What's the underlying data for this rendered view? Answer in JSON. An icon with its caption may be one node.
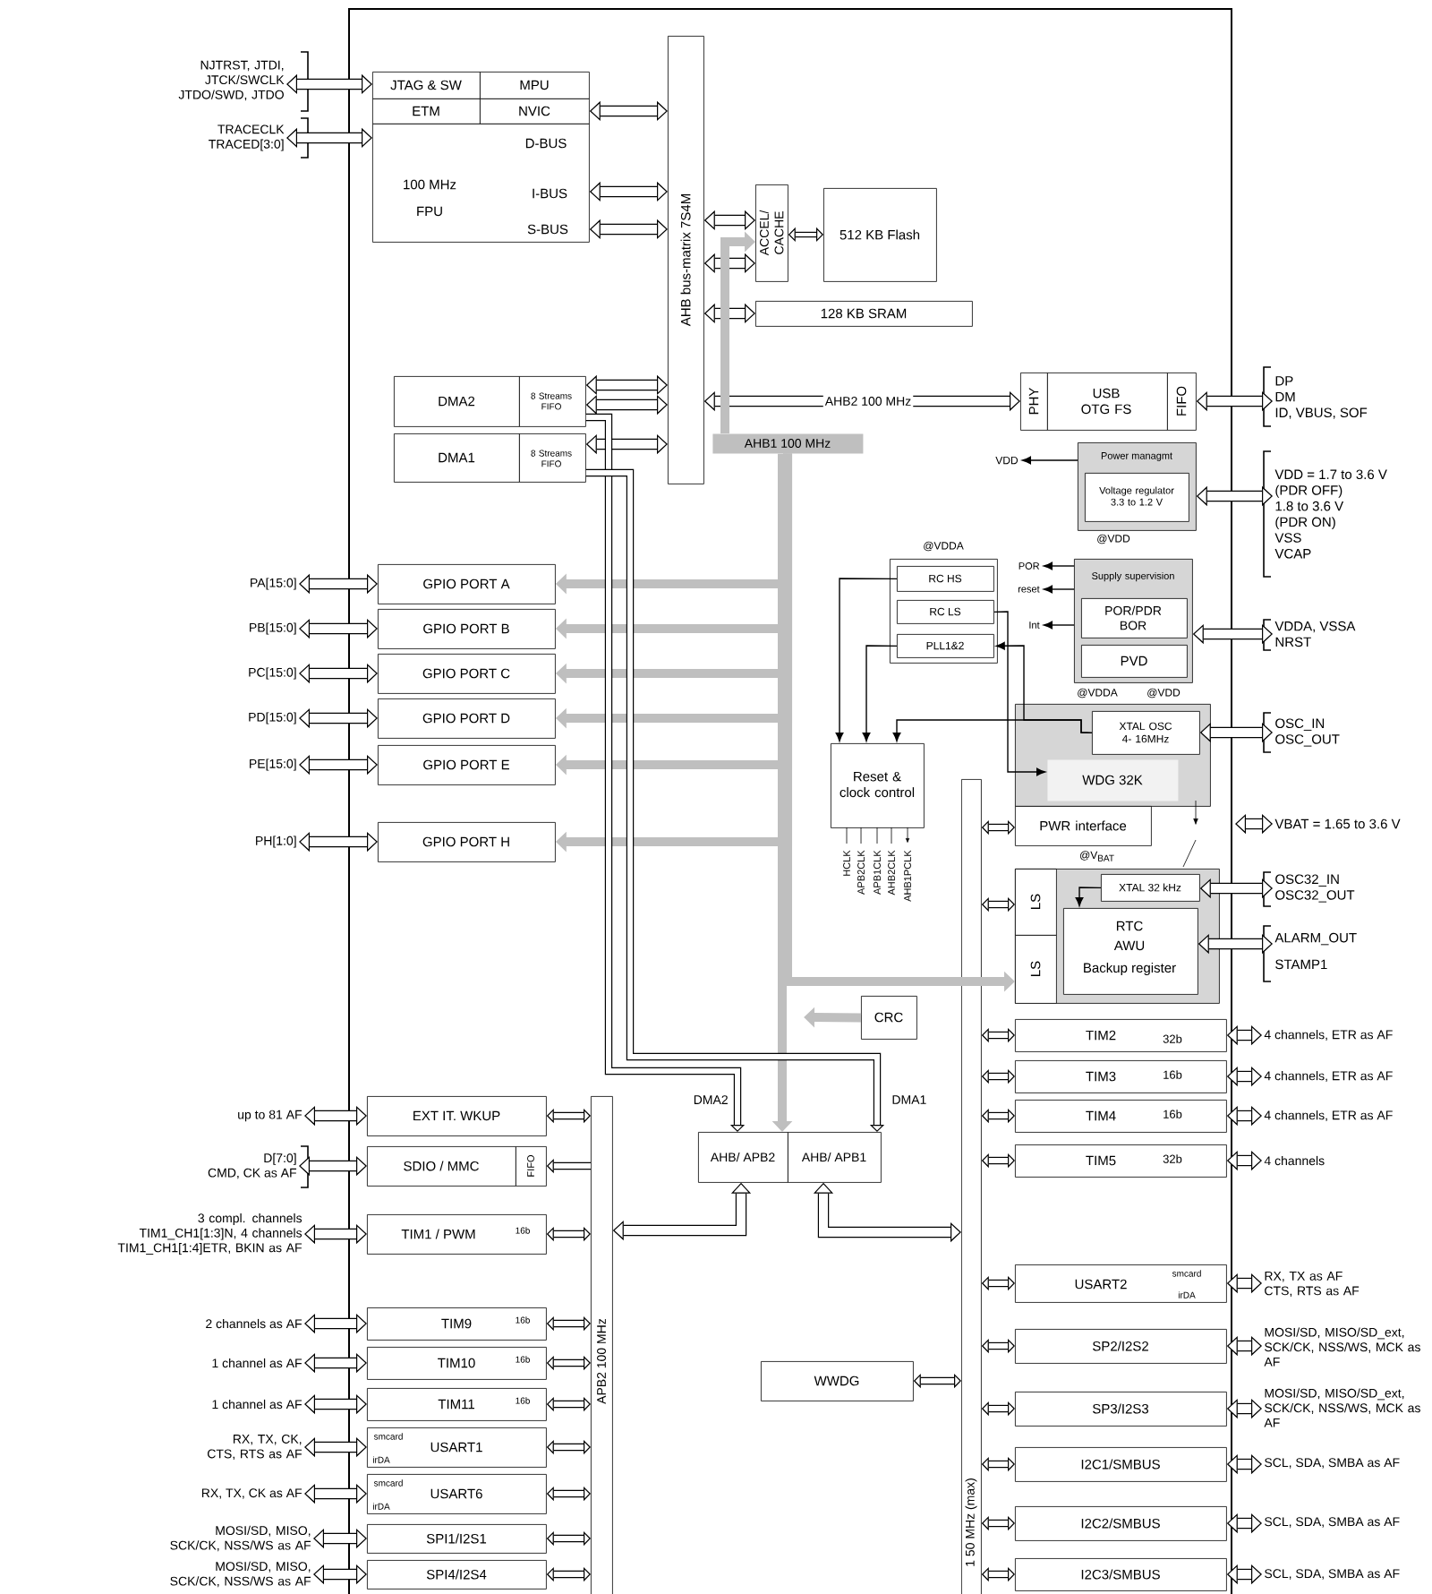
{
  "diagram": {
    "nodes": [
      {
        "text": [
          "JTAG & SW"
        ]
      },
      {
        "text": [
          "MPU"
        ]
      },
      {
        "text": [
          "ETM"
        ]
      },
      {
        "text": [
          "NVIC"
        ]
      },
      {
        "text": [
          "D-BUS",
          "100 MHz",
          "I-BUS",
          "FPU",
          "S-BUS"
        ]
      },
      {
        "text": [
          "AHB bus-matrix 7S4M"
        ]
      },
      {
        "text": [
          "ACCEL/ CACHE"
        ]
      },
      {
        "text": [
          "512 KB Flash"
        ]
      },
      {
        "text": [
          "128 KB SRAM"
        ]
      },
      {
        "text": [
          "DMA2"
        ]
      },
      {
        "text": [
          "8 Streams FIFO"
        ]
      },
      {
        "text": [
          "DMA1"
        ]
      },
      {
        "text": [
          "8 Streams FIFO"
        ]
      },
      {
        "text": [
          "PHY"
        ]
      },
      {
        "text": [
          "USB OTG FS"
        ]
      },
      {
        "text": [
          "FIFO"
        ]
      },
      {
        "text": [
          "DP",
          "DM",
          "ID, VBUS, SOF"
        ]
      },
      {
        "text": [
          "Power managmt"
        ]
      },
      {
        "text": [
          "Voltage regulator 3.3 to 1.2 V"
        ],
        "in": 17
      },
      {
        "text": [
          "VDD"
        ]
      },
      {
        "text": [
          "VDD = 1.7 to 3.6 V",
          "(PDR OFF)",
          "1.8 to 3.6 V",
          "(PDR ON)",
          "VSS",
          "VCAP"
        ]
      },
      {
        "text": [],
        "shape": "box",
        "beside": [
          "@VDDA"
        ]
      },
      {
        "text": [
          "RC HS"
        ],
        "in": 21
      },
      {
        "text": [
          "RC LS"
        ],
        "in": 21
      },
      {
        "text": [
          "PLL1&2"
        ],
        "in": 21
      },
      {
        "text": [
          "Supply supervision"
        ],
        "beside": [
          "@VDD"
        ]
      },
      {
        "text": [
          "POR/PDR BOR"
        ],
        "in": 25
      },
      {
        "text": [
          "PVD"
        ],
        "in": 25
      },
      {
        "text": [
          "POR"
        ]
      },
      {
        "text": [
          "reset"
        ]
      },
      {
        "text": [
          "Int"
        ]
      },
      {
        "text": [
          "VDDA, VSSA",
          "NRST"
        ]
      },
      {
        "text": [],
        "shape": "box",
        "beside": [
          "@VDDA",
          "@VDD"
        ]
      },
      {
        "text": [
          "XTAL OSC 4- 16MHz"
        ],
        "in": 32
      },
      {
        "text": [
          "WDG 32K"
        ],
        "in": 32
      },
      {
        "text": [
          "OSC_IN",
          "OSC_OUT"
        ]
      },
      {
        "text": [
          "Reset & clock control"
        ]
      },
      {
        "text": [
          "PWR interface"
        ]
      },
      {
        "text": [
          "VBAT = 1.65 to 3.6 V"
        ]
      },
      {
        "text": [],
        "shape": "box",
        "beside": [
          "@V$_{BAT}$"
        ]
      },
      {
        "text": [
          "LS"
        ],
        "in": 39
      },
      {
        "text": [
          "LS"
        ],
        "in": 39
      },
      {
        "text": [
          "XTAL 32 kHz"
        ],
        "in": 39
      },
      {
        "text": [
          "RTC",
          "AWU",
          "Backup register"
        ],
        "in": 39
      },
      {
        "text": [
          "OSC32_IN",
          "OSC32_OUT"
        ]
      },
      {
        "text": [
          "ALARM_OUT",
          "STAMP1"
        ]
      },
      {
        "text": [
          "CRC"
        ]
      },
      {
        "text": [
          "TIM2",
          "32b"
        ]
      },
      {
        "text": [
          "TIM3",
          "16b"
        ]
      },
      {
        "text": [
          "TIM4",
          "16b"
        ]
      },
      {
        "text": [
          "TIM5",
          "32b"
        ]
      },
      {
        "text": [
          "4 channels, ETR as AF"
        ]
      },
      {
        "text": [
          "4 channels, ETR as AF"
        ]
      },
      {
        "text": [
          "4 channels, ETR as AF"
        ]
      },
      {
        "text": [
          "4 channels"
        ]
      },
      {
        "text": [
          "AHB/ APB2"
        ]
      },
      {
        "text": [
          "AHB/ APB1"
        ]
      },
      {
        "text": [
          "AHB1 100 MHz"
        ]
      },
      {
        "text": [
          "APB2 100 MHz"
        ]
      },
      {
        "text": [
          "1 50 MHz (max)"
        ]
      },
      {
        "text": [
          "GPIO PORT A"
        ]
      },
      {
        "text": [
          "GPIO PORT B"
        ]
      },
      {
        "text": [
          "GPIO PORT C"
        ]
      },
      {
        "text": [
          "GPIO PORT D"
        ]
      },
      {
        "text": [
          "GPIO PORT E"
        ]
      },
      {
        "text": [
          "GPIO PORT H"
        ]
      },
      {
        "text": [
          "PA[15:0]"
        ]
      },
      {
        "text": [
          "PB[15:0]"
        ]
      },
      {
        "text": [
          "PC[15:0]"
        ]
      },
      {
        "text": [
          "PD[15:0]"
        ]
      },
      {
        "text": [
          "PE[15:0]"
        ]
      },
      {
        "text": [
          "PH[1:0]"
        ]
      },
      {
        "text": [
          "EXT IT. WKUP"
        ]
      },
      {
        "text": [
          "SDIO / MMC"
        ]
      },
      {
        "text": [
          "FIFO"
        ]
      },
      {
        "text": [
          "TIM1 / PWM",
          "16b"
        ]
      },
      {
        "text": [
          "TIM9",
          "16b"
        ]
      },
      {
        "text": [
          "TIM10",
          "16b"
        ]
      },
      {
        "text": [
          "TIM11",
          "16b"
        ]
      },
      {
        "text": [
          "smcard",
          "USART1",
          "irDA"
        ]
      },
      {
        "text": [
          "smcard",
          "USART6",
          "irDA"
        ]
      },
      {
        "text": [
          "SPI1/I2S1"
        ]
      },
      {
        "text": [
          "SPI4/I2S4"
        ]
      },
      {
        "text": [
          "up to 81 AF"
        ]
      },
      {
        "text": [
          "D[7:0]",
          "CMD, CK as AF"
        ]
      },
      {
        "text": [
          "3 compl. channels TIM1_CH1[1:3]N, 4 channels TIM1_CH1[1:4]ETR, BKIN as AF"
        ]
      },
      {
        "text": [
          "2 channels as AF"
        ]
      },
      {
        "text": [
          "1 channel as AF"
        ]
      },
      {
        "text": [
          "1 channel as AF"
        ]
      },
      {
        "text": [
          "RX, TX, CK, CTS, RTS as AF"
        ]
      },
      {
        "text": [
          "RX, TX, CK as AF"
        ]
      },
      {
        "text": [
          "MOSI/SD, MISO, SCK/CK, NSS/WS as AF"
        ]
      },
      {
        "text": [
          "MOSI/SD, MISO, SCK/CK, NSS/WS as AF"
        ]
      },
      {
        "text": [
          "smcard",
          "USART2",
          "irDA"
        ]
      },
      {
        "text": [
          "SP2/I2S2"
        ]
      },
      {
        "text": [
          "SP3/I2S3"
        ]
      },
      {
        "text": [
          "I2C1/SMBUS"
        ]
      },
      {
        "text": [
          "I2C2/SMBUS"
        ]
      },
      {
        "text": [
          "I2C3/SMBUS"
        ]
      },
      {
        "text": [
          "RX, TX as AF CTS, RTS as AF"
        ]
      },
      {
        "text": [
          "MOSI/SD, MISO/SD_ext, SCK/CK, NSS/WS, MCK as AF"
        ]
      },
      {
        "text": [
          "MOSI/SD, MISO/SD_ext, SCK/CK, NSS/WS, MCK as AF"
        ]
      },
      {
        "text": [
          "SCL, SDA, SMBA as AF"
        ]
      },
      {
        "text": [
          "SCL, SDA, SMBA as AF"
        ]
      },
      {
        "text": [
          "SCL, SDA, SMBA as AF"
        ]
      },
      {
        "text": [
          "WWDG"
        ]
      },
      {
        "text": [
          "NJTRST, JTDI, JTCK/SWCLK JTDO/SWD, JTDO"
        ]
      },
      {
        "text": [
          "TRACECLK TRACED[3:0]"
        ]
      }
    ],
    "edges": [
      {
        "from": 106,
        "to": 0,
        "arrow": "both"
      },
      {
        "from": 107,
        "to": 4,
        "arrow": "both"
      },
      {
        "from": 3,
        "to": 5,
        "arrow": "both"
      },
      {
        "from": 4,
        "to": 5,
        "arrow": "both"
      },
      {
        "from": 4,
        "to": 5,
        "arrow": "both"
      },
      {
        "from": 5,
        "to": 6,
        "arrow": "both"
      },
      {
        "from": 5,
        "to": 6,
        "arrow": "both"
      },
      {
        "from": 5,
        "to": 8,
        "arrow": "both"
      },
      {
        "from": 6,
        "to": 7,
        "arrow": "both"
      },
      {
        "from": 10,
        "to": 5,
        "arrow": "both"
      },
      {
        "from": 10,
        "to": 5,
        "arrow": "both"
      },
      {
        "from": 12,
        "to": 5,
        "arrow": "both"
      },
      {
        "from": 5,
        "to": 13,
        "arrow": "both",
        "label": "AHB2 100 MHz"
      },
      {
        "from": 15,
        "to": 16,
        "arrow": "both"
      },
      {
        "from": 17,
        "to": 19,
        "arrow": "to"
      },
      {
        "from": 17,
        "to": 20,
        "arrow": "both"
      },
      {
        "from": 25,
        "to": 28,
        "arrow": "to"
      },
      {
        "from": 25,
        "to": 29,
        "arrow": "to"
      },
      {
        "from": 25,
        "to": 30,
        "arrow": "to"
      },
      {
        "from": 25,
        "to": 31,
        "arrow": "both"
      },
      {
        "from": 22,
        "to": 36,
        "arrow": "to"
      },
      {
        "from": 24,
        "to": 36,
        "arrow": "to"
      },
      {
        "from": 33,
        "to": 36,
        "arrow": "to"
      },
      {
        "from": 33,
        "to": 24,
        "arrow": "to"
      },
      {
        "from": 23,
        "to": 34,
        "arrow": "to"
      },
      {
        "from": 33,
        "to": 35,
        "arrow": "both"
      },
      {
        "from": 37,
        "to": 59,
        "arrow": "both"
      },
      {
        "from": null,
        "to": 38,
        "arrow": "both"
      },
      {
        "from": 40,
        "to": 59,
        "arrow": "both"
      },
      {
        "from": 42,
        "to": 44,
        "arrow": "both"
      },
      {
        "from": 42,
        "to": 43,
        "arrow": "to"
      },
      {
        "from": 43,
        "to": 45,
        "arrow": "both"
      },
      {
        "from": 57,
        "to": 41,
        "arrow": "to",
        "color": "#bfbfbf"
      },
      {
        "from": 46,
        "to": null,
        "arrow": "to",
        "color": "#bfbfbf"
      },
      {
        "from": 57,
        "to": 60,
        "arrow": "to",
        "color": "#bfbfbf"
      },
      {
        "from": 57,
        "to": 61,
        "arrow": "to",
        "color": "#bfbfbf"
      },
      {
        "from": 57,
        "to": 62,
        "arrow": "to",
        "color": "#bfbfbf"
      },
      {
        "from": 57,
        "to": 63,
        "arrow": "to",
        "color": "#bfbfbf"
      },
      {
        "from": 57,
        "to": 64,
        "arrow": "to",
        "color": "#bfbfbf"
      },
      {
        "from": 57,
        "to": 65,
        "arrow": "to",
        "color": "#bfbfbf"
      },
      {
        "from": 57,
        "to": 55,
        "arrow": "to",
        "color": "#bfbfbf"
      },
      {
        "from": 10,
        "to": 55,
        "arrow": "to",
        "label": "DMA2"
      },
      {
        "from": 12,
        "to": 56,
        "arrow": "to",
        "label": "DMA1"
      },
      {
        "from": 55,
        "to": 58,
        "arrow": "both"
      },
      {
        "from": 56,
        "to": 59,
        "arrow": "both"
      },
      {
        "from": 66,
        "to": 60,
        "arrow": "both"
      },
      {
        "from": 67,
        "to": 61,
        "arrow": "both"
      },
      {
        "from": 68,
        "to": 62,
        "arrow": "both"
      },
      {
        "from": 69,
        "to": 63,
        "arrow": "both"
      },
      {
        "from": 70,
        "to": 64,
        "arrow": "both"
      },
      {
        "from": 71,
        "to": 65,
        "arrow": "both"
      },
      {
        "from": 83,
        "to": 72,
        "arrow": "both"
      },
      {
        "from": 84,
        "to": 73,
        "arrow": "both"
      },
      {
        "from": 85,
        "to": 75,
        "arrow": "both"
      },
      {
        "from": 86,
        "to": 76,
        "arrow": "both"
      },
      {
        "from": 87,
        "to": 77,
        "arrow": "both"
      },
      {
        "from": 88,
        "to": 78,
        "arrow": "both"
      },
      {
        "from": 89,
        "to": 79,
        "arrow": "both"
      },
      {
        "from": 90,
        "to": 80,
        "arrow": "both"
      },
      {
        "from": 91,
        "to": 81,
        "arrow": "both"
      },
      {
        "from": 92,
        "to": 82,
        "arrow": "both"
      },
      {
        "from": 58,
        "to": 72,
        "arrow": "both"
      },
      {
        "from": 58,
        "to": 74,
        "arrow": "to"
      },
      {
        "from": 58,
        "to": 75,
        "arrow": "both"
      },
      {
        "from": 58,
        "to": 76,
        "arrow": "both"
      },
      {
        "from": 58,
        "to": 77,
        "arrow": "both"
      },
      {
        "from": 58,
        "to": 78,
        "arrow": "both"
      },
      {
        "from": 58,
        "to": 79,
        "arrow": "both"
      },
      {
        "from": 58,
        "to": 80,
        "arrow": "both"
      },
      {
        "from": 58,
        "to": 81,
        "arrow": "both"
      },
      {
        "from": 58,
        "to": 82,
        "arrow": "both"
      },
      {
        "from": 59,
        "to": 47,
        "arrow": "both"
      },
      {
        "from": 59,
        "to": 48,
        "arrow": "both"
      },
      {
        "from": 59,
        "to": 49,
        "arrow": "both"
      },
      {
        "from": 59,
        "to": 50,
        "arrow": "both"
      },
      {
        "from": 59,
        "to": 93,
        "arrow": "both"
      },
      {
        "from": 59,
        "to": 94,
        "arrow": "both"
      },
      {
        "from": 59,
        "to": 95,
        "arrow": "both"
      },
      {
        "from": 59,
        "to": 96,
        "arrow": "both"
      },
      {
        "from": 59,
        "to": 97,
        "arrow": "both"
      },
      {
        "from": 59,
        "to": 98,
        "arrow": "both"
      },
      {
        "from": 47,
        "to": 51,
        "arrow": "both"
      },
      {
        "from": 48,
        "to": 52,
        "arrow": "both"
      },
      {
        "from": 49,
        "to": 53,
        "arrow": "both"
      },
      {
        "from": 50,
        "to": 54,
        "arrow": "both"
      },
      {
        "from": 93,
        "to": 99,
        "arrow": "both"
      },
      {
        "from": 94,
        "to": 100,
        "arrow": "both"
      },
      {
        "from": 95,
        "to": 101,
        "arrow": "both"
      },
      {
        "from": 96,
        "to": 102,
        "arrow": "both"
      },
      {
        "from": 97,
        "to": 103,
        "arrow": "both"
      },
      {
        "from": 98,
        "to": 104,
        "arrow": "both"
      },
      {
        "from": 105,
        "to": 59,
        "arrow": "both"
      },
      {
        "from": 57,
        "to": 6,
        "arrow": "to",
        "color": "#bfbfbf"
      }
    ],
    "labels": [
      "HCLK",
      "APB2CLK",
      "APB1CLK",
      "AHB2CLK",
      "AHB1PCLK"
    ]
  }
}
